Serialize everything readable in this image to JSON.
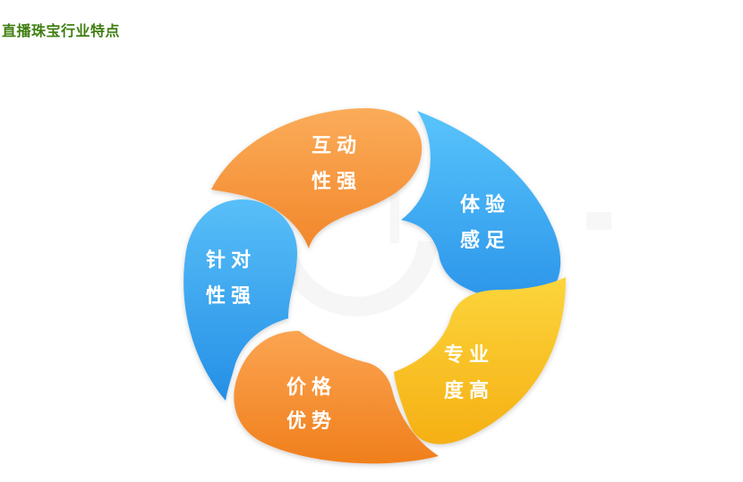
{
  "title": "直播珠宝行业特点",
  "segments": [
    {
      "line1": "互动",
      "line2": "性强"
    },
    {
      "line1": "体验",
      "line2": "感足"
    },
    {
      "line1": "专业",
      "line2": "度高"
    },
    {
      "line1": "价格",
      "line2": "优势"
    },
    {
      "line1": "针对",
      "line2": "性强"
    }
  ]
}
